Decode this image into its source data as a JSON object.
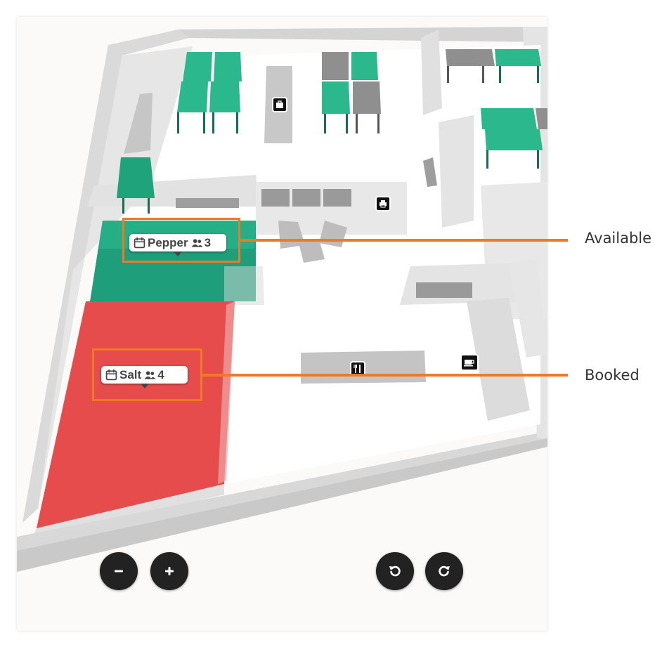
{
  "rooms": {
    "pepper": {
      "name": "Pepper",
      "capacity": "3",
      "status": "available"
    },
    "salt": {
      "name": "Salt",
      "capacity": "4",
      "status": "booked"
    }
  },
  "legend": {
    "available": "Available",
    "booked": "Booked"
  },
  "colors": {
    "available": "#1e9e7a",
    "booked": "#e64c4c",
    "highlight": "#ef7a23",
    "desk": "#2ab88c",
    "control": "#222222"
  },
  "controls": {
    "zoom_out": "minus-icon",
    "zoom_in": "plus-icon",
    "rotate_left": "rotate-ccw-icon",
    "rotate_right": "rotate-cw-icon"
  },
  "points_of_interest": [
    "locker-icon",
    "printer-icon",
    "restaurant-icon",
    "coffee-icon"
  ]
}
